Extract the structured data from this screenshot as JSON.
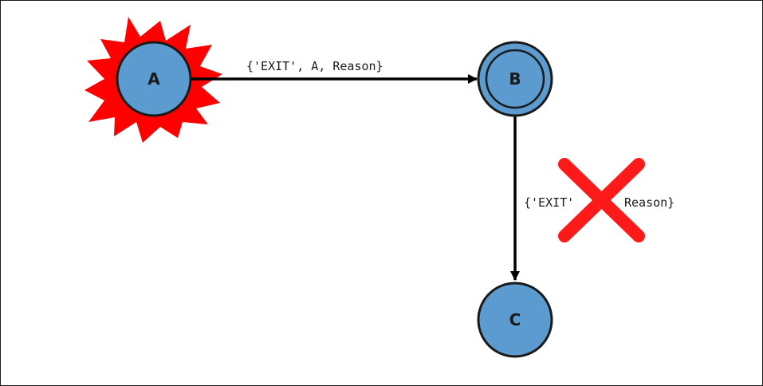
{
  "colors": {
    "node_fill": "#5b9bd0",
    "node_stroke": "#1a1a1a",
    "edge": "#000000",
    "explosion": "#ff0000",
    "blocked_cross": "#ff1a1a"
  },
  "nodes": {
    "a": {
      "label": "A",
      "state": "crashed"
    },
    "b": {
      "label": "B",
      "state": "trapping-exits"
    },
    "c": {
      "label": "C",
      "state": "linked"
    }
  },
  "edges": {
    "a_to_b": {
      "label": "{'EXIT', A, Reason}"
    },
    "b_to_c": {
      "label_left": "{'EXIT'",
      "label_right": "Reason}",
      "blocked": true
    }
  },
  "icons": {
    "explosion": "explosion-burst-icon",
    "blocked": "red-cross-icon"
  }
}
